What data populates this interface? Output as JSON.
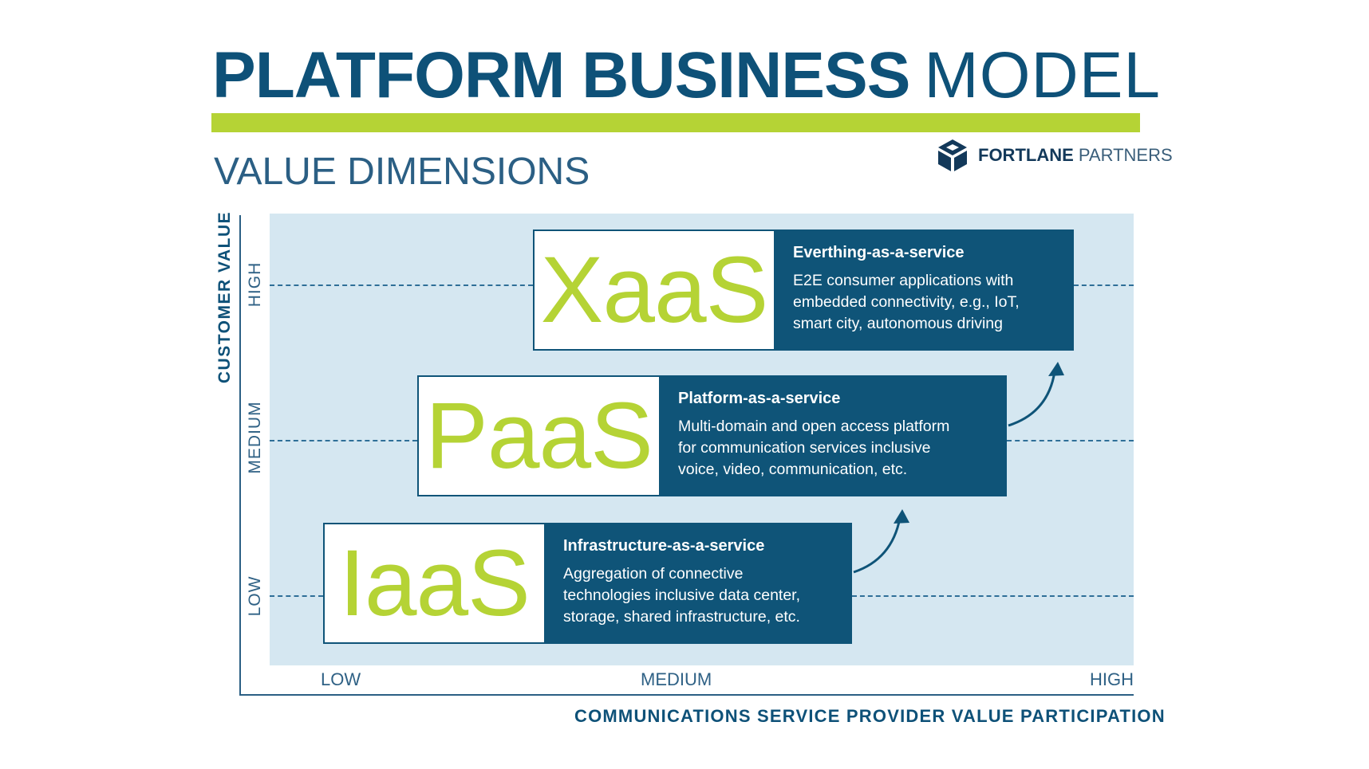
{
  "title": {
    "bold": "PLATFORM BUSINESS",
    "light": "MODEL"
  },
  "subtitle": "VALUE DIMENSIONS",
  "logo": {
    "icon": "fortlane-cube-icon",
    "brand_bold": "FORTLANE",
    "brand_light": "PARTNERS"
  },
  "y_axis": {
    "label": "CUSTOMER VALUE",
    "ticks": [
      "HIGH",
      "MEDIUM",
      "LOW"
    ]
  },
  "x_axis": {
    "label": "COMMUNICATIONS SERVICE PROVIDER VALUE PARTICIPATION",
    "ticks": [
      "LOW",
      "MEDIUM",
      "HIGH"
    ]
  },
  "colors": {
    "navy": "#0f5478",
    "lime": "#b5d335",
    "panel": "#d5e7f1"
  },
  "cards": {
    "xaas": {
      "abbr": "XaaS",
      "heading": "Everthing-as-a-service",
      "lines": [
        "E2E consumer applications with",
        "embedded connectivity, e.g., IoT,",
        "smart city, autonomous driving"
      ]
    },
    "paas": {
      "abbr": "PaaS",
      "heading": "Platform-as-a-service",
      "lines": [
        "Multi-domain and open access platform",
        "for communication services inclusive",
        "voice, video, communication, etc."
      ]
    },
    "iaas": {
      "abbr": "IaaS",
      "heading": "Infrastructure-as-a-service",
      "lines": [
        "Aggregation of connective",
        "technologies inclusive data center,",
        "storage, shared infrastructure, etc."
      ]
    }
  }
}
